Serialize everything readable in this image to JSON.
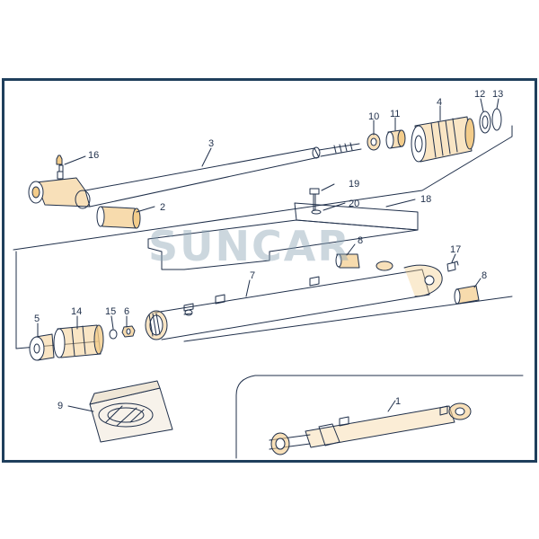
{
  "watermark": "SUNCAR",
  "part_numbers": {
    "p1": "1",
    "p2": "2",
    "p3": "3",
    "p4": "4",
    "p5": "5",
    "p6": "6",
    "p7": "7",
    "p8a": "8",
    "p8b": "8",
    "p9": "9",
    "p10": "10",
    "p11": "11",
    "p12": "12",
    "p13": "13",
    "p14": "14",
    "p15": "15",
    "p16": "16",
    "p17": "17",
    "p18": "18",
    "p19": "19",
    "p20": "20"
  },
  "colors": {
    "frame": "#1f3f5c",
    "line": "#1f2f4a",
    "highlight": "#f3cc8a",
    "watermark": "#8fa8b8"
  }
}
